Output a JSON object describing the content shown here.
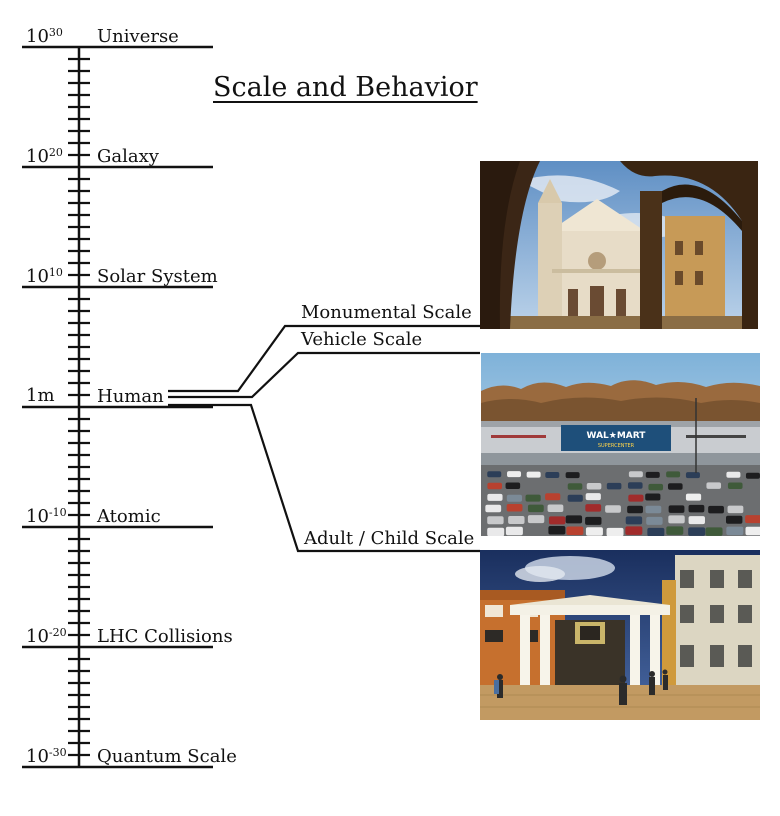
{
  "title": "Scale and Behavior",
  "scale_levels": [
    {
      "base": "10",
      "exp": "30",
      "name": "Universe"
    },
    {
      "base": "10",
      "exp": "20",
      "name": "Galaxy"
    },
    {
      "base": "10",
      "exp": "10",
      "name": "Solar System"
    },
    {
      "base": "1m",
      "exp": "",
      "name": "Human"
    },
    {
      "base": "10",
      "exp": "-10",
      "name": "Atomic"
    },
    {
      "base": "10",
      "exp": "-20",
      "name": "LHC Collisions"
    },
    {
      "base": "10",
      "exp": "-30",
      "name": "Quantum Scale"
    }
  ],
  "branches": [
    {
      "label": "Monumental Scale"
    },
    {
      "label": "Vehicle Scale"
    },
    {
      "label": "Adult / Child Scale"
    }
  ],
  "photos": [
    {
      "name": "cathedral-photo",
      "icon": "cathedral-piazza-icon"
    },
    {
      "name": "walmart-parking-photo",
      "icon": "walmart-storefront-icon",
      "sign_text": "WAL★MART",
      "sign_sub": "SUPERCENTER"
    },
    {
      "name": "town-square-photo",
      "icon": "town-square-rendering-icon"
    }
  ],
  "colors": {
    "line": "#111111",
    "background": "#ffffff"
  }
}
